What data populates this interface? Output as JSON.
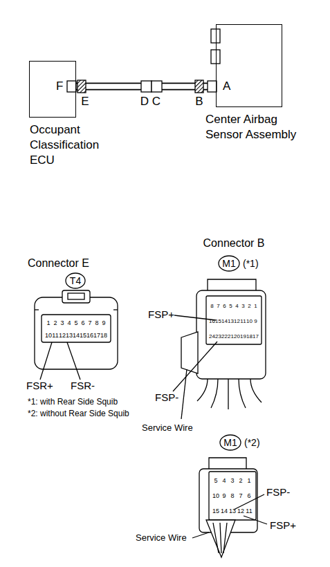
{
  "diagram": {
    "nodes": [
      {
        "text": [
          "F",
          "Occupant Classification ECU"
        ]
      },
      {
        "text": [
          "A",
          "Center Airbag Sensor Assembly"
        ]
      }
    ],
    "edges": [
      {
        "from": 0,
        "to": 1,
        "arrow": "none"
      }
    ],
    "labels": [
      "E",
      "D",
      "C",
      "B",
      "Connector B",
      "M1",
      "(*1)",
      "Connector E",
      "FSP+",
      "T4",
      "FSP-",
      "Service Wire",
      "FSR+",
      "FSR-",
      "*1: with Rear Side Squib",
      "*2: without Rear Side Squib",
      "M1",
      "(*2)",
      "FSP-",
      "FSP+",
      "Service Wire",
      "1",
      "2",
      "3",
      "4",
      "5",
      "6",
      "7",
      "8",
      "9",
      "10",
      "11",
      "12",
      "13",
      "14",
      "15",
      "16",
      "17",
      "18",
      "8",
      "7",
      "6",
      "5",
      "4",
      "3",
      "2",
      "1",
      "16",
      "15",
      "14",
      "13",
      "12",
      "11",
      "10",
      "9",
      "24",
      "23",
      "22",
      "21",
      "20",
      "19",
      "18",
      "17",
      "5",
      "4",
      "3",
      "2",
      "1",
      "10",
      "9",
      "8",
      "7",
      "6",
      "15",
      "14",
      "13",
      "12",
      "11"
    ]
  }
}
